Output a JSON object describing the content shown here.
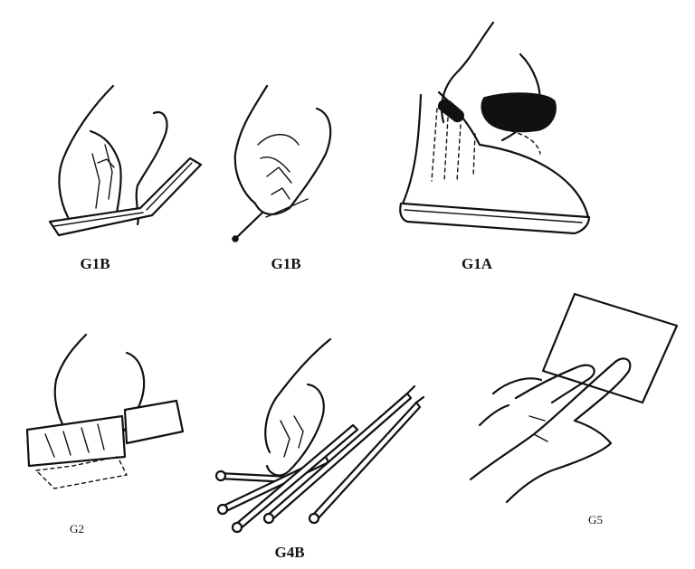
{
  "figures": [
    {
      "id": "g1b-emery",
      "label": "G1B",
      "icon": "hand-rubbing-emery-board"
    },
    {
      "id": "g1b-pin",
      "label": "G1B",
      "icon": "hand-with-pin"
    },
    {
      "id": "g1a-iron",
      "label": "G1A",
      "icon": "hand-holding-iron"
    },
    {
      "id": "g2-fold",
      "label": "G2",
      "icon": "hand-folding-paper"
    },
    {
      "id": "g4b-sticks",
      "label": "G4B",
      "icon": "hand-with-sticks"
    },
    {
      "id": "g5-card",
      "label": "G5",
      "icon": "hand-sliding-card"
    }
  ]
}
